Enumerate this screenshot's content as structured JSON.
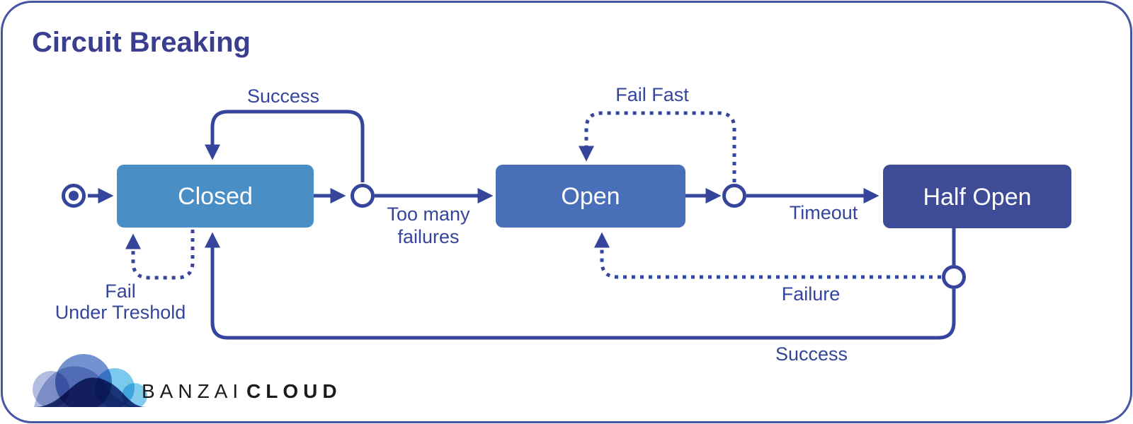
{
  "title": "Circuit Breaking",
  "diagram": {
    "states": [
      {
        "name": "Closed",
        "color": "#4a8ec6"
      },
      {
        "name": "Open",
        "color": "#4a6fb9"
      },
      {
        "name": "Half Open",
        "color": "#3e4b97"
      }
    ],
    "initial_state": "Closed",
    "transitions": [
      {
        "from": "Closed",
        "to": "Closed",
        "label": "Success",
        "line": "solid"
      },
      {
        "from": "Closed",
        "to": "Open",
        "label": "Too many failures",
        "label_lines": [
          "Too many",
          "failures"
        ],
        "line": "solid"
      },
      {
        "from": "Open",
        "to": "Open",
        "label": "Fail Fast",
        "line": "dotted"
      },
      {
        "from": "Open",
        "to": "Half Open",
        "label": "Timeout",
        "line": "solid"
      },
      {
        "from": "Half Open",
        "to": "Open",
        "label": "Failure",
        "line": "dotted"
      },
      {
        "from": "Half Open",
        "to": "Closed",
        "label": "Success",
        "line": "solid"
      },
      {
        "from": "Closed",
        "to": "Closed",
        "label": "Fail Under Treshold",
        "label_lines": [
          "Fail",
          "Under Treshold"
        ],
        "line": "dotted"
      }
    ]
  },
  "logo": {
    "brand_light": "BANZAI",
    "brand_bold": "CLOUD"
  },
  "colors": {
    "background": "#ffffff",
    "panel_border": "#4556a4",
    "title": "#393e8f",
    "line": "#35459c",
    "closed_box": "#4a8ec6",
    "open_box": "#4a6fb9",
    "half_open_box": "#3e4b97",
    "state_text": "#ffffff",
    "logo_navy": "#1d2d72",
    "logo_blue": "#5b7ec8",
    "logo_sky": "#62c1ea",
    "logo_periwinkle": "#aab6dd",
    "logo_text": "#1b1b1b"
  }
}
